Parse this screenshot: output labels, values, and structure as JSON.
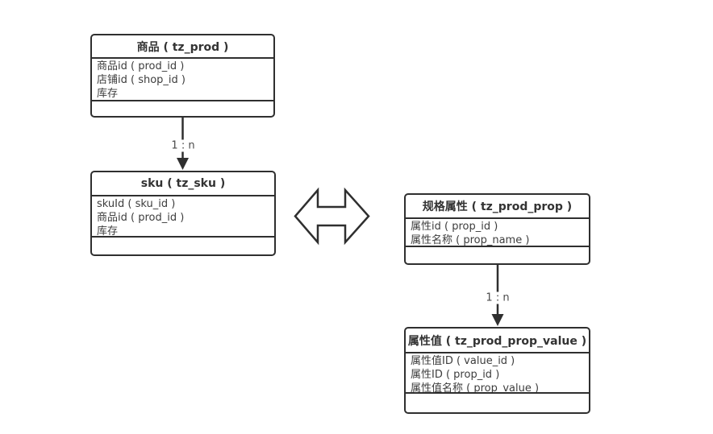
{
  "diagram": {
    "colors": {
      "stroke": "#2f2f2f",
      "text": "#3d3d3d",
      "background": "#ffffff"
    },
    "tables": [
      {
        "id": "prod",
        "title": "商品 ( tz_prod )",
        "fields": [
          "商品id ( prod_id )",
          "店铺id ( shop_id )",
          "库存"
        ]
      },
      {
        "id": "sku",
        "title": "sku ( tz_sku )",
        "fields": [
          "skuId ( sku_id )",
          "商品id ( prod_id )",
          "库存"
        ]
      },
      {
        "id": "prop",
        "title": "规格属性 ( tz_prod_prop )",
        "fields": [
          "属性id ( prop_id )",
          "属性名称 ( prop_name )"
        ]
      },
      {
        "id": "prop_value",
        "title": "属性值 ( tz_prod_prop_value )",
        "fields": [
          "属性值ID ( value_id )",
          "属性ID ( prop_id )",
          "属性值名称 ( prop_value )"
        ]
      }
    ],
    "connectors": [
      {
        "from": "prod",
        "to": "sku",
        "label": "1 : n"
      },
      {
        "from": "prop",
        "to": "prop_value",
        "label": "1 : n"
      }
    ],
    "shapes": [
      {
        "name": "bidirectional-arrow",
        "meaning": "relates sku table and prop table"
      }
    ]
  }
}
